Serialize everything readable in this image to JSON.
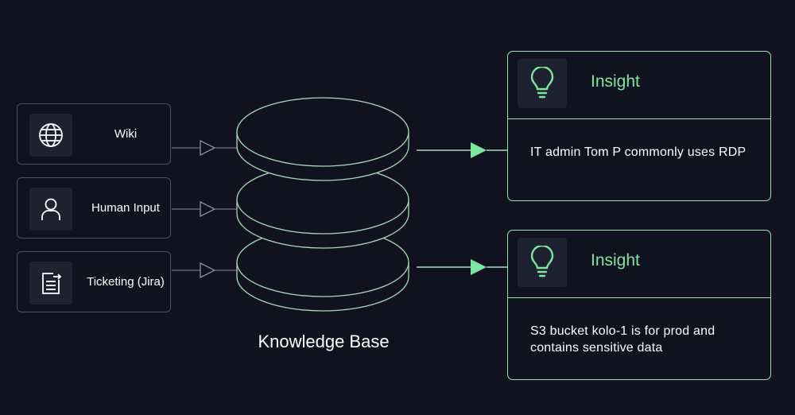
{
  "sources": [
    {
      "label": "Wiki",
      "icon": "globe-icon"
    },
    {
      "label": "Human Input",
      "icon": "person-icon"
    },
    {
      "label": "Ticketing (Jira)",
      "icon": "ticket-icon"
    }
  ],
  "knowledge_base": {
    "label": "Knowledge Base"
  },
  "insights": [
    {
      "title": "Insight",
      "icon": "lightbulb-icon",
      "text": "IT admin Tom P commonly uses RDP"
    },
    {
      "title": "Insight",
      "icon": "lightbulb-icon",
      "text": "S3 bucket kolo-1 is for prod and contains sensitive data"
    }
  ],
  "colors": {
    "background": "#10131f",
    "source_border": "#4d5160",
    "accent_green": "#7ee79f",
    "insight_border": "#9fe3b4",
    "database_stroke": "#a8d9b8"
  }
}
